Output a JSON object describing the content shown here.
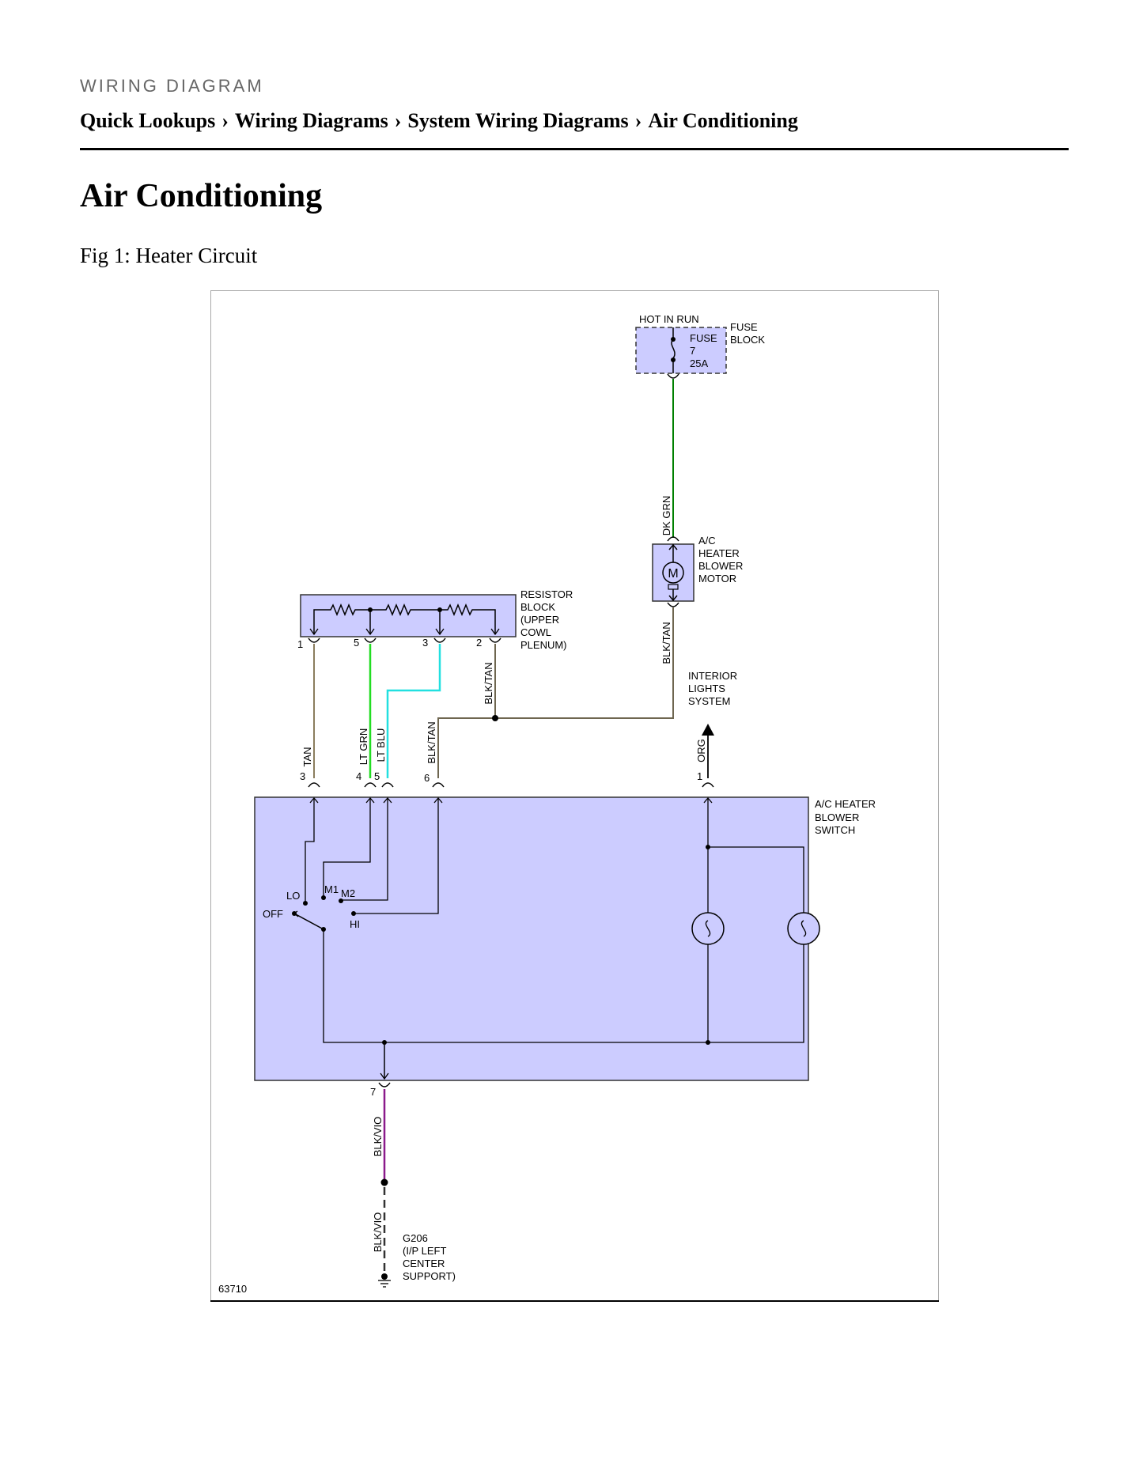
{
  "header": {
    "kicker": "WIRING DIAGRAM",
    "breadcrumb": [
      "Quick Lookups",
      "Wiring Diagrams",
      "System Wiring Diagrams",
      "Air Conditioning"
    ],
    "separator": "›"
  },
  "page_title": "Air Conditioning",
  "figure_caption": "Fig 1: Heater Circuit",
  "diagram": {
    "figure_number": "63710",
    "fuse_block": {
      "feed": "HOT IN RUN",
      "fuse_label": [
        "FUSE",
        "7",
        "25A"
      ],
      "block_label": [
        "FUSE",
        "BLOCK"
      ]
    },
    "motor": {
      "symbol": "M",
      "label": [
        "A/C",
        "HEATER",
        "BLOWER",
        "MOTOR"
      ]
    },
    "resistor_block": {
      "label": [
        "RESISTOR",
        "BLOCK",
        "(UPPER",
        "COWL",
        "PLENUM)"
      ],
      "pins": [
        "1",
        "5",
        "3",
        "2"
      ]
    },
    "interior_lights": [
      "INTERIOR",
      "LIGHTS",
      "SYSTEM"
    ],
    "switch": {
      "label": [
        "A/C HEATER",
        "BLOWER",
        "SWITCH"
      ],
      "pins": [
        "3",
        "4",
        "5",
        "6",
        "1",
        "7"
      ],
      "positions": {
        "off": "OFF",
        "lo": "LO",
        "m1": "M1",
        "m2": "M2",
        "hi": "HI"
      }
    },
    "wires": {
      "dk_grn": "DK GRN",
      "blk_tan": "BLK/TAN",
      "tan": "TAN",
      "lt_grn": "LT GRN",
      "lt_blu": "LT BLU",
      "org": "ORG",
      "blk_vio": "BLK/VIO"
    },
    "ground": {
      "label": [
        "G206",
        "(I/P LEFT",
        "CENTER",
        "SUPPORT)"
      ]
    },
    "colors": {
      "component_fill": "#ccccff",
      "dk_grn": "#008000",
      "tan": "#8b7d5e",
      "lt_grn": "#22dd22",
      "lt_blu": "#22e0e0",
      "blk_tan": "#6e6650",
      "blk_vio": "#8b1a8b"
    }
  }
}
